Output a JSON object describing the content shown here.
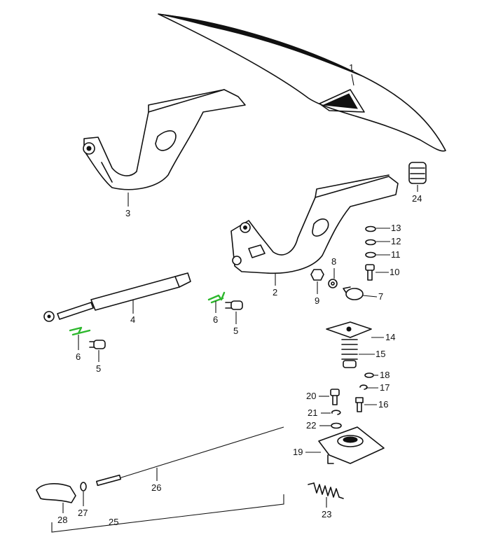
{
  "diagram": {
    "accent_color": "#2db82d",
    "callouts": {
      "c1": "1",
      "c2": "2",
      "c3": "3",
      "c4": "4",
      "c5a": "5",
      "c5b": "5",
      "c6a": "6",
      "c6b": "6",
      "c7": "7",
      "c8": "8",
      "c9": "9",
      "c10": "10",
      "c11": "11",
      "c12": "12",
      "c13": "13",
      "c14": "14",
      "c15": "15",
      "c16": "16",
      "c17": "17",
      "c18": "18",
      "c19": "19",
      "c20": "20",
      "c21": "21",
      "c22": "22",
      "c23": "23",
      "c24": "24",
      "c25": "25",
      "c26": "26",
      "c27": "27",
      "c28": "28"
    }
  }
}
